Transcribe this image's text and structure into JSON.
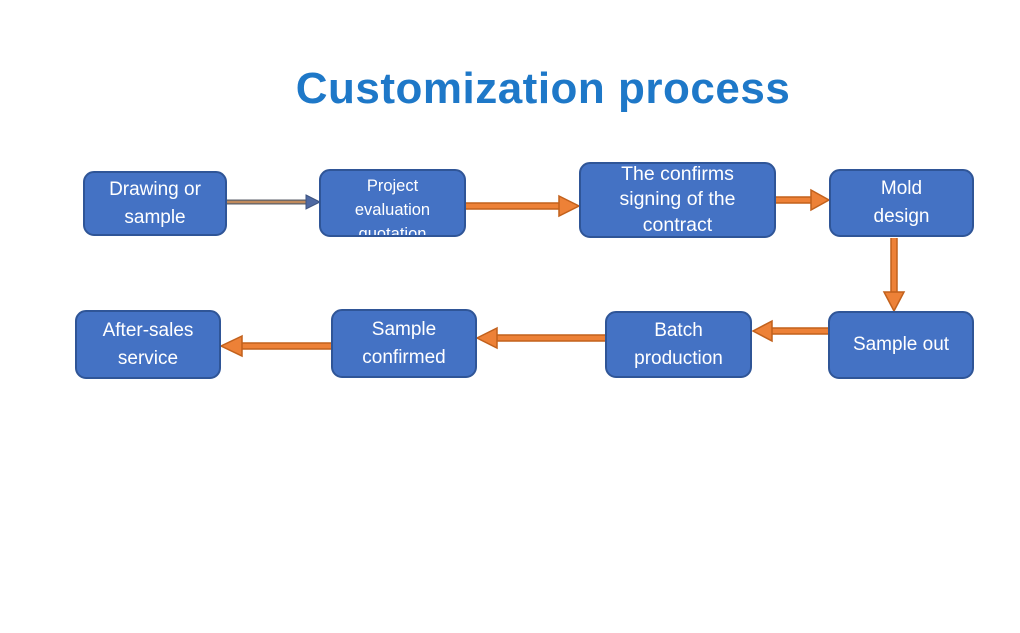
{
  "title": "Customization process",
  "colors": {
    "title-blue": "#1E78C8",
    "node-fill": "#4472C4",
    "node-border": "#2F5597",
    "node-text": "#FFFFFF",
    "arrow-orange": "#ED8137",
    "arrow-orange-dark": "#C2611C",
    "arrow-tan": "#C08A5C",
    "arrow-tan-dark": "#5B5F68",
    "arrowhead-slate": "#4F69A2"
  },
  "nodes": [
    {
      "id": "drawing-or-sample",
      "label": "Drawing or\nsample"
    },
    {
      "id": "project-evaluation-quotation",
      "label": "Project\nevaluation\nquotation"
    },
    {
      "id": "contract-signing",
      "label": "The confirms\nsigning of the\ncontract"
    },
    {
      "id": "mold-design",
      "label": "Mold\ndesign"
    },
    {
      "id": "sample-out",
      "label": "Sample out"
    },
    {
      "id": "batch-production",
      "label": "Batch\nproduction"
    },
    {
      "id": "sample-confirmed",
      "label": "Sample\nconfirmed"
    },
    {
      "id": "after-sales-service",
      "label": "After-sales\nservice"
    }
  ],
  "arrows": [
    {
      "from": "drawing-or-sample",
      "to": "project-evaluation-quotation",
      "direction": "right",
      "style": "tan-slate"
    },
    {
      "from": "project-evaluation-quotation",
      "to": "contract-signing",
      "direction": "right",
      "style": "orange"
    },
    {
      "from": "contract-signing",
      "to": "mold-design",
      "direction": "right",
      "style": "orange"
    },
    {
      "from": "mold-design",
      "to": "sample-out",
      "direction": "down",
      "style": "orange"
    },
    {
      "from": "sample-out",
      "to": "batch-production",
      "direction": "left",
      "style": "orange"
    },
    {
      "from": "batch-production",
      "to": "sample-confirmed",
      "direction": "left",
      "style": "orange"
    },
    {
      "from": "sample-confirmed",
      "to": "after-sales-service",
      "direction": "left",
      "style": "orange"
    }
  ]
}
